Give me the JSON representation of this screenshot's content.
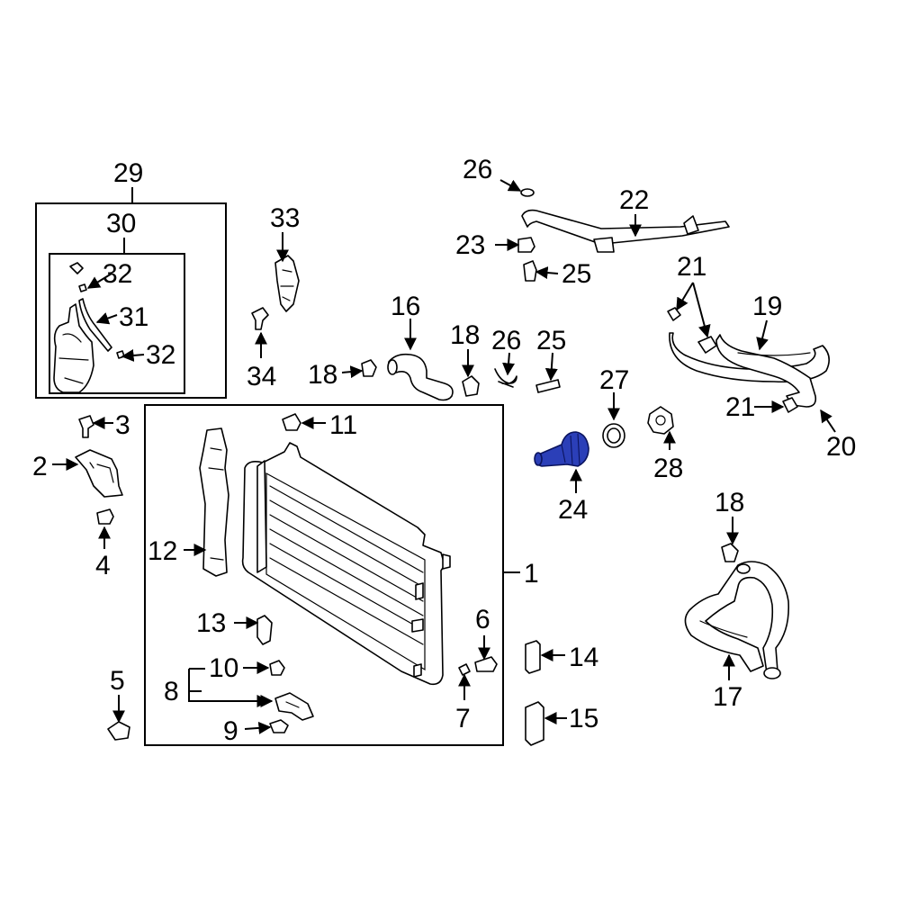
{
  "diagram": {
    "highlight_color": "#2b3fb8",
    "callouts": {
      "c1": "1",
      "c2": "2",
      "c3": "3",
      "c4": "4",
      "c5": "5",
      "c6": "6",
      "c7": "7",
      "c8": "8",
      "c9": "9",
      "c10": "10",
      "c11": "11",
      "c12": "12",
      "c13": "13",
      "c14": "14",
      "c15": "15",
      "c16": "16",
      "c17": "17",
      "c18a": "18",
      "c18b": "18",
      "c18c": "18",
      "c19": "19",
      "c20": "20",
      "c21a": "21",
      "c21b": "21",
      "c22": "22",
      "c23": "23",
      "c24": "24",
      "c25a": "25",
      "c25b": "25",
      "c26a": "26",
      "c26b": "26",
      "c27": "27",
      "c28": "28",
      "c29": "29",
      "c30": "30",
      "c31": "31",
      "c32a": "32",
      "c32b": "32",
      "c33": "33",
      "c34": "34"
    }
  }
}
